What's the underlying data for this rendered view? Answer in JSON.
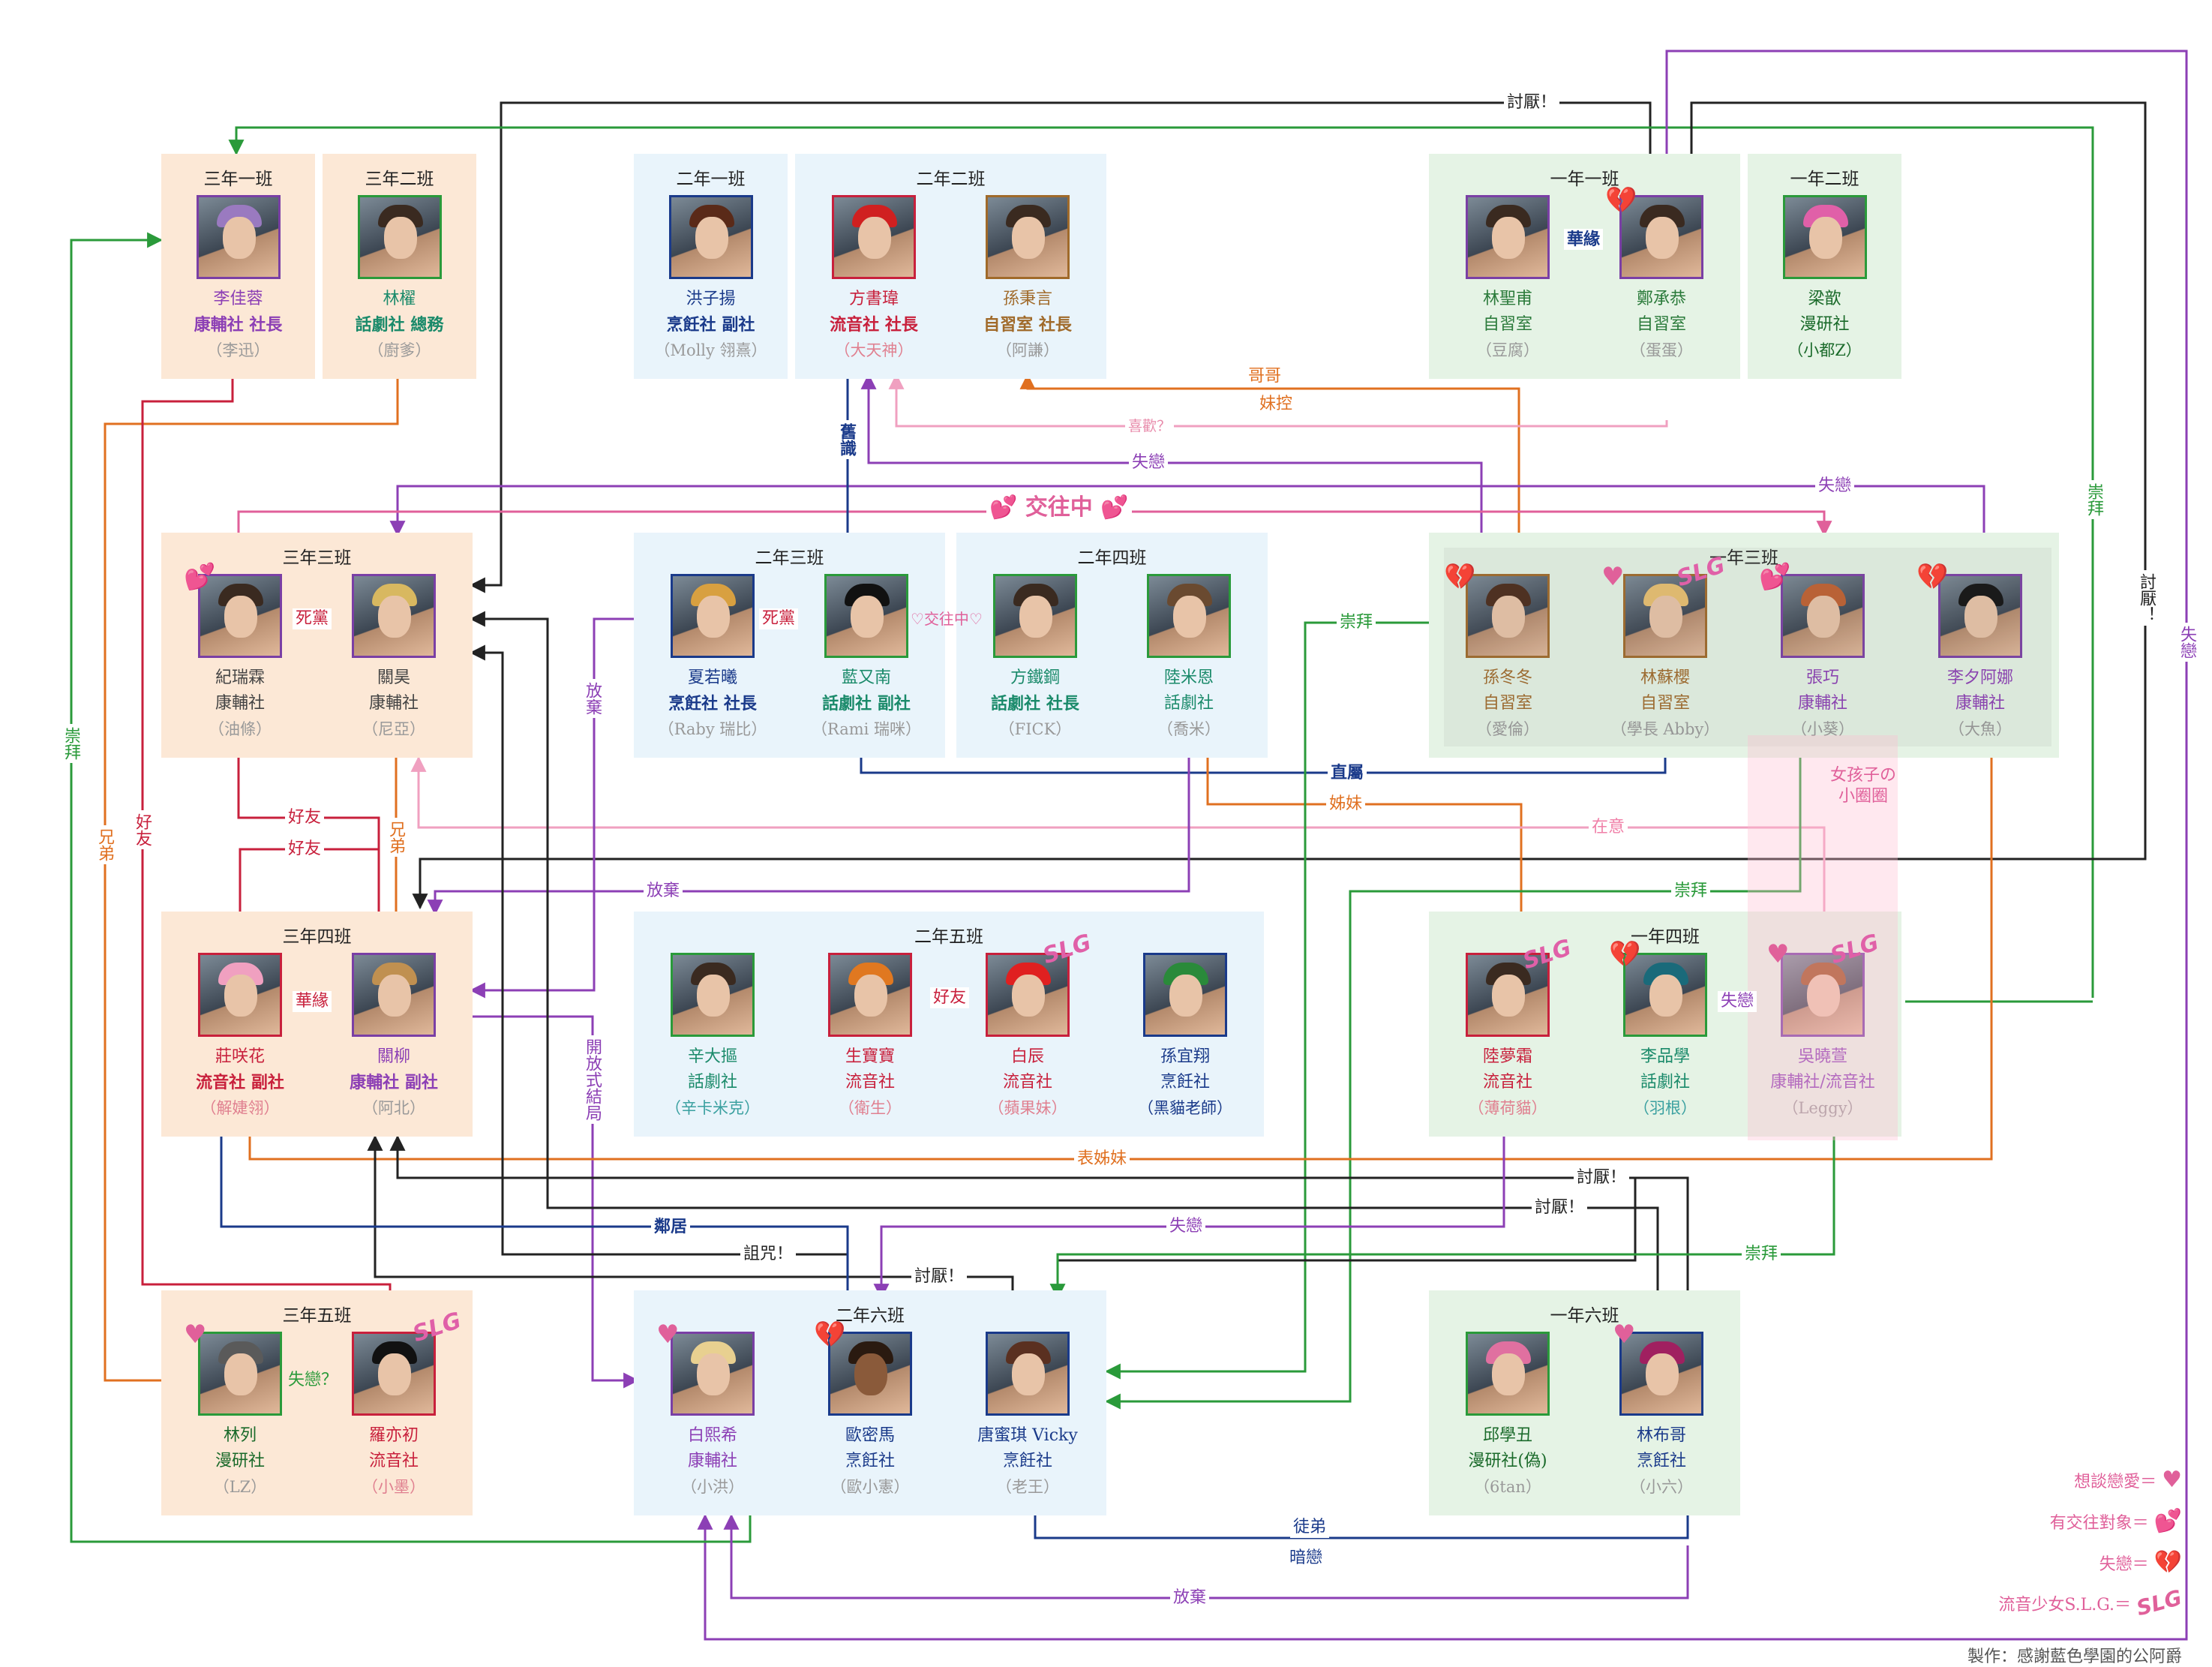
{
  "groups": {
    "g3_1": {
      "title": "三年一班",
      "people": [
        {
          "name": "李佳蓉",
          "club": "康輔社 社長",
          "nick": "（李迅）"
        }
      ]
    },
    "g3_2": {
      "title": "三年二班",
      "people": [
        {
          "name": "林櫂",
          "club": "話劇社 總務",
          "nick": "（廚爹）"
        }
      ]
    },
    "g2_1": {
      "title": "二年一班",
      "people": [
        {
          "name": "洪子揚",
          "club": "烹飪社 副社",
          "nick": "（Molly 翎熹）"
        }
      ]
    },
    "g2_2": {
      "title": "二年二班",
      "people": [
        {
          "name": "方書瑋",
          "club": "流音社 社長",
          "nick": "（大天神）"
        },
        {
          "name": "孫秉言",
          "club": "自習室 社長",
          "nick": "（阿謙）"
        }
      ]
    },
    "g1_1": {
      "title": "一年一班",
      "people": [
        {
          "name": "林聖甫",
          "club": "自習室",
          "nick": "（豆腐）"
        },
        {
          "name": "鄭承恭",
          "club": "自習室",
          "nick": "（蛋蛋）"
        }
      ]
    },
    "g1_2": {
      "title": "一年二班",
      "people": [
        {
          "name": "梁歆",
          "club": "漫研社",
          "nick": "（小都Z）"
        }
      ]
    },
    "g3_3": {
      "title": "三年三班",
      "people": [
        {
          "name": "紀瑞霖",
          "club": "康輔社",
          "nick": "（油條）"
        },
        {
          "name": "關昊",
          "club": "康輔社",
          "nick": "（尼亞）"
        }
      ]
    },
    "g2_3": {
      "title": "二年三班",
      "people": [
        {
          "name": "夏若曦",
          "club": "烹飪社 社長",
          "nick": "（Raby 瑞比）"
        },
        {
          "name": "藍又南",
          "club": "話劇社 副社",
          "nick": "（Rami 瑞咪）"
        }
      ]
    },
    "g2_4": {
      "title": "二年四班",
      "people": [
        {
          "name": "方鐵鋼",
          "club": "話劇社 社長",
          "nick": "（FICK）"
        },
        {
          "name": "陸米恩",
          "club": "話劇社",
          "nick": "（喬米）"
        }
      ]
    },
    "g1_3": {
      "title": "一年三班",
      "people": [
        {
          "name": "孫冬冬",
          "club": "自習室",
          "nick": "（愛倫）"
        },
        {
          "name": "林蘇櫻",
          "club": "自習室",
          "nick": "（學長 Abby）"
        },
        {
          "name": "張巧",
          "club": "康輔社",
          "nick": "（小葵）"
        },
        {
          "name": "李夕阿娜",
          "club": "康輔社",
          "nick": "（大魚）"
        }
      ]
    },
    "g3_4": {
      "title": "三年四班",
      "people": [
        {
          "name": "莊咲花",
          "club": "流音社 副社",
          "nick": "（解婕翎）"
        },
        {
          "name": "關柳",
          "club": "康輔社 副社",
          "nick": "（阿北）"
        }
      ]
    },
    "g2_5": {
      "title": "二年五班",
      "people": [
        {
          "name": "辛大摳",
          "club": "話劇社",
          "nick": "（辛卡米克）"
        },
        {
          "name": "生寶寶",
          "club": "流音社",
          "nick": "（衛生）"
        },
        {
          "name": "白辰",
          "club": "流音社",
          "nick": "（蘋果妹）"
        },
        {
          "name": "孫宜翔",
          "club": "烹飪社",
          "nick": "（黑貓老師）"
        }
      ]
    },
    "g1_4": {
      "title": "一年四班",
      "people": [
        {
          "name": "陸夢霜",
          "club": "流音社",
          "nick": "（薄荷貓）"
        },
        {
          "name": "李品學",
          "club": "話劇社",
          "nick": "（羽根）"
        },
        {
          "name": "吳曉萱",
          "club": "康輔社/流音社",
          "nick": "（Leggy）"
        }
      ]
    },
    "g3_5": {
      "title": "三年五班",
      "people": [
        {
          "name": "林列",
          "club": "漫研社",
          "nick": "（LZ）"
        },
        {
          "name": "羅亦初",
          "club": "流音社",
          "nick": "（小墨）"
        }
      ]
    },
    "g2_6": {
      "title": "二年六班",
      "people": [
        {
          "name": "白熙希",
          "club": "康輔社",
          "nick": "（小洪）"
        },
        {
          "name": "歐密馬",
          "club": "烹飪社",
          "nick": "（歐小憲）"
        },
        {
          "name": "唐蜜琪 Vicky",
          "club": "烹飪社",
          "nick": "（老王）"
        }
      ]
    },
    "g1_6": {
      "title": "一年六班",
      "people": [
        {
          "name": "邱學丑",
          "club": "漫研社(偽)",
          "nick": "（6tan）"
        },
        {
          "name": "林布哥",
          "club": "烹飪社",
          "nick": "（小六）"
        }
      ]
    }
  },
  "relations": {
    "hate_top": "討厭！",
    "couple_1_1": "華緣",
    "couple_3_4": "華緣",
    "dating_main": "交往中",
    "dating_small": "交往中",
    "deadbro_3_3": "死黨",
    "deadbro_2_3": "死黨",
    "brother_big": "哥哥",
    "sister_control": "妹控",
    "like_q": "喜歡？",
    "heartbreak_1": "失戀",
    "heartbreak_2": "失戀",
    "worship_green": "崇拜",
    "old_acquaint": "舊識",
    "hate_right": "討厭！",
    "heartbreak_right": "失戀",
    "giveup_left": "放棄",
    "worship_1_3": "崇拜",
    "friend_1": "好友",
    "friend_2": "好友",
    "brothers_v": "兄弟",
    "direct_sub": "直屬",
    "sisters": "姊妹",
    "care": "在意",
    "girls_circle": "女孩子の小圈圈",
    "giveup_mid": "放棄",
    "worship_mid": "崇拜",
    "worship_left": "崇拜",
    "brothers_left": "兄弟",
    "friend_left": "好友",
    "open_ending": "開放式結局",
    "friend_2_5": "好友",
    "heartbreak_1_4": "失戀",
    "cousins": "表姊妹",
    "hate_b1": "討厭！",
    "hate_b2": "討厭！",
    "neighbor": "鄰居",
    "heartbreak_b": "失戀",
    "curse": "詛咒！",
    "hate_b3": "討厭！",
    "worship_b": "崇拜",
    "heartbreak_q": "失戀？",
    "apprentice": "徒弟",
    "secret_love": "暗戀",
    "giveup_bottom": "放棄"
  },
  "legend": {
    "want_love": "想談戀愛＝",
    "has_partner": "有交往對象＝",
    "heartbroken": "失戀＝",
    "slg": "流音少女S.L.G.＝",
    "slg_badge": "SLG"
  },
  "credit": "製作：感謝藍色學園的公阿爵",
  "colors": {
    "yellow_group": "#fce8d6",
    "blue_group": "#e9f4fb",
    "green_group": "#e5f3e5",
    "pink": "#e0609a",
    "purple": "#8c3fb5",
    "red": "#c8203c",
    "orange": "#e07020",
    "green": "#2a9a3a",
    "navy": "#1a3a8a",
    "black": "#222222"
  }
}
